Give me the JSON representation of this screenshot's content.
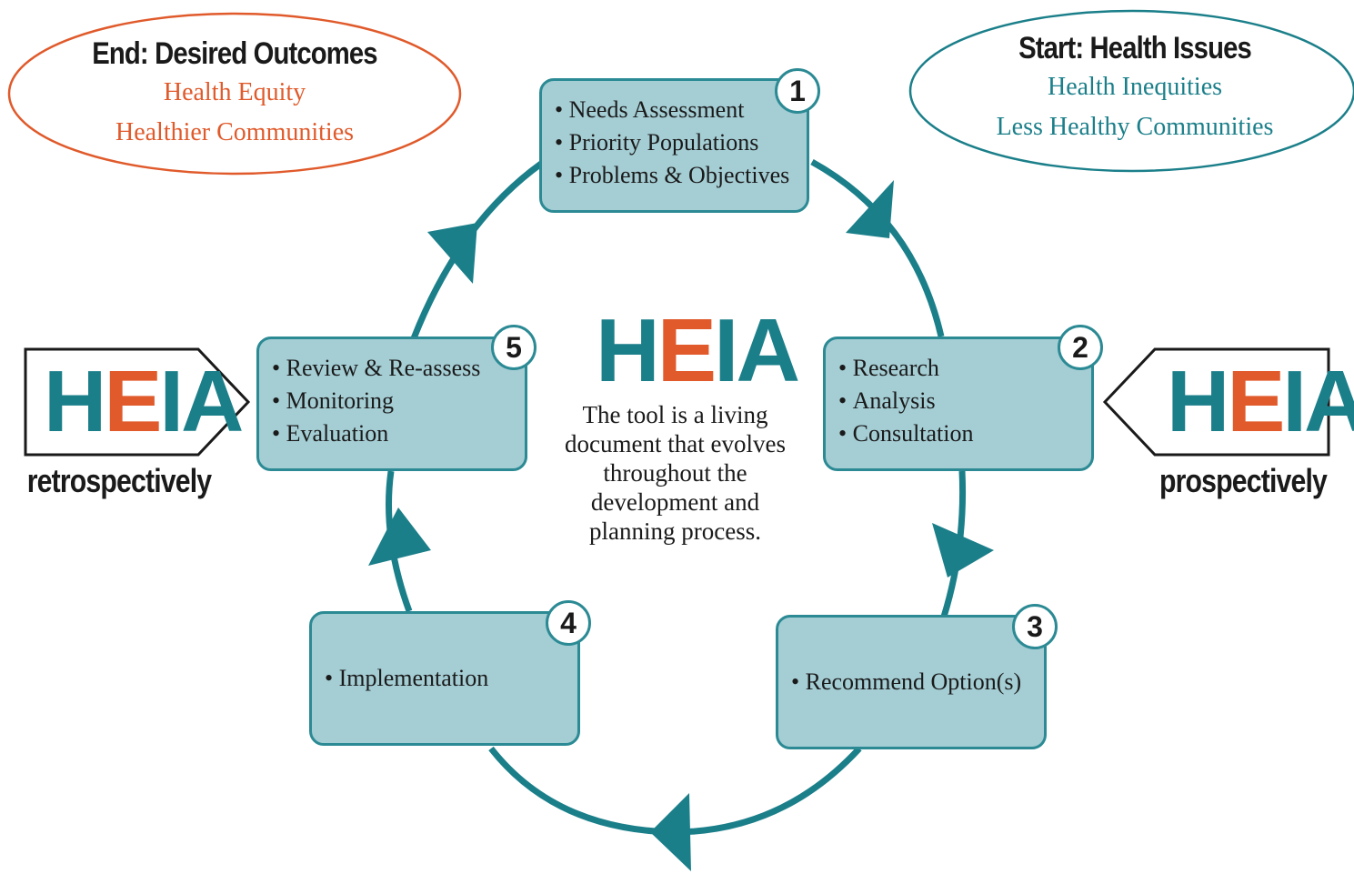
{
  "colors": {
    "teal": "#1b7f8a",
    "box_fill": "#a4cdd4",
    "box_border": "#2b8a94",
    "orange": "#e05a2b"
  },
  "end_ellipse": {
    "title": "End: Desired Outcomes",
    "lines": [
      "Health Equity",
      "Healthier Communities"
    ]
  },
  "start_ellipse": {
    "title": "Start: Health Issues",
    "lines": [
      "Health Inequities",
      "Less Healthy Communities"
    ]
  },
  "steps": [
    {
      "number": "1",
      "items": [
        "Needs Assessment",
        "Priority Populations",
        "Problems & Objectives"
      ]
    },
    {
      "number": "2",
      "items": [
        "Research",
        "Analysis",
        "Consultation"
      ]
    },
    {
      "number": "3",
      "items": [
        "Recommend Option(s)"
      ]
    },
    {
      "number": "4",
      "items": [
        "Implementation"
      ]
    },
    {
      "number": "5",
      "items": [
        "Review & Re-assess",
        "Monitoring",
        "Evaluation"
      ]
    }
  ],
  "center": {
    "logo": {
      "h": "H",
      "e": "E",
      "i": "I",
      "a": "A"
    },
    "description": "The tool is a living document that evolves throughout the development and planning process."
  },
  "left_tag": {
    "logo": {
      "h": "H",
      "e": "E",
      "i": "I",
      "a": "A"
    },
    "label": "retrospectively"
  },
  "right_tag": {
    "logo": {
      "h": "H",
      "e": "E",
      "i": "I",
      "a": "A"
    },
    "label": "prospectively"
  }
}
